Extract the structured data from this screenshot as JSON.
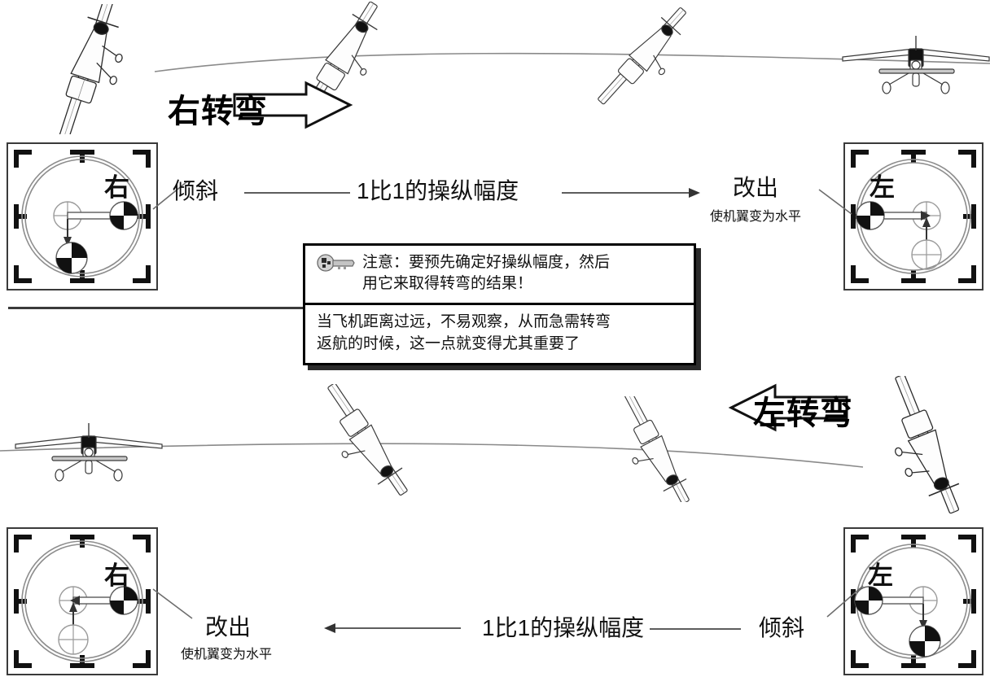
{
  "page": {
    "title": "固定翼遥控飞机转弯操纵图解",
    "background_color": "#ffffff",
    "ink_color": "#111111"
  },
  "top_sequence": {
    "name": "右转弯序列",
    "turn_label": "右转弯",
    "arrow_direction": "right",
    "planes": [
      {
        "id": "top-plane-1",
        "attitude": "steep-bank-right",
        "bank_degrees": 75
      },
      {
        "id": "top-plane-2",
        "attitude": "bank-right",
        "bank_degrees": 60
      },
      {
        "id": "top-plane-3",
        "attitude": "shallow-bank-right",
        "bank_degrees": 45
      },
      {
        "id": "top-plane-4",
        "attitude": "wings-level",
        "bank_degrees": 0
      }
    ],
    "left_stick": {
      "direction_char": "右",
      "aileron": "right",
      "elevator": "down",
      "knob_position": "bottom",
      "label": "倾斜"
    },
    "right_stick": {
      "direction_char": "左",
      "aileron": "left",
      "elevator": "up",
      "knob_position": "left",
      "label": "改出"
    },
    "bank_label": "倾斜",
    "ratio_label": "1比1的操纵幅度",
    "recover_label": "改出",
    "recover_sub_label": "使机翼变为水平"
  },
  "bottom_sequence": {
    "name": "左转弯序列",
    "turn_label": "左转弯",
    "arrow_direction": "left",
    "planes": [
      {
        "id": "bot-plane-1",
        "attitude": "wings-level",
        "bank_degrees": 0
      },
      {
        "id": "bot-plane-2",
        "attitude": "shallow-bank-left",
        "bank_degrees": -45
      },
      {
        "id": "bot-plane-3",
        "attitude": "bank-left",
        "bank_degrees": -60
      },
      {
        "id": "bot-plane-4",
        "attitude": "steep-bank-left",
        "bank_degrees": -75
      }
    ],
    "left_stick": {
      "direction_char": "右",
      "aileron": "right",
      "elevator": "up",
      "knob_position": "right",
      "label": "改出"
    },
    "right_stick": {
      "direction_char": "左",
      "aileron": "left",
      "elevator": "down",
      "knob_position": "bottom",
      "label": "倾斜"
    },
    "recover_label": "改出",
    "recover_sub_label": "使机翼变为水平",
    "ratio_label": "1比1的操纵幅度",
    "bank_label": "倾斜"
  },
  "callout": {
    "icon": "key-icon",
    "note_line_1": "注意：要预先确定好操纵幅度，然后",
    "note_line_2": "用它来取得转弯的结果！",
    "body_line_1": "当飞机距离过远，不易观察，从而急需转弯",
    "body_line_2": "返航的时候，这一点就变得尤其重要了"
  }
}
